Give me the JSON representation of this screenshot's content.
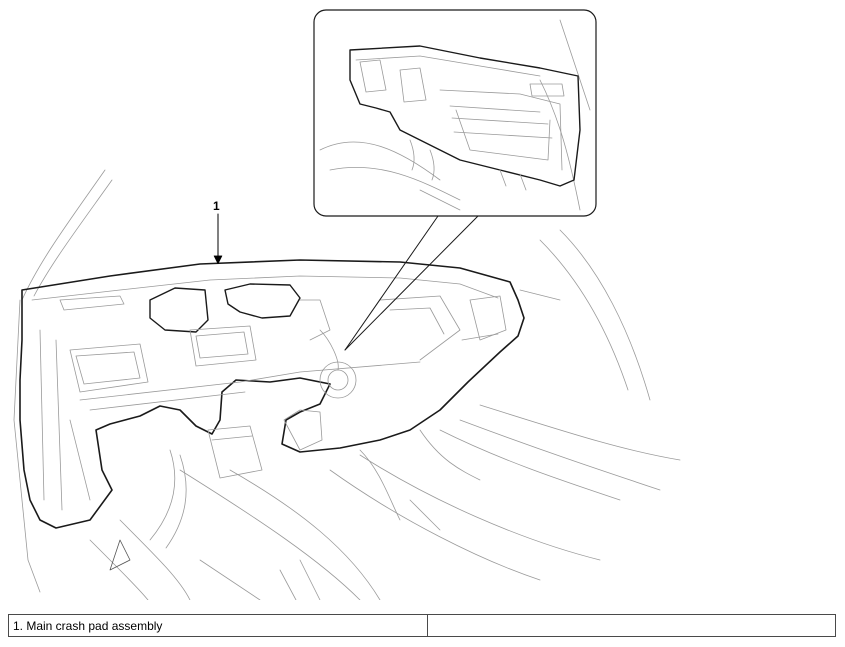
{
  "diagram": {
    "callouts": [
      {
        "number": "1",
        "label": "Main crash pad assembly"
      }
    ]
  },
  "legend": {
    "rows": [
      {
        "left": "1. Main crash pad assembly",
        "right": ""
      }
    ]
  }
}
